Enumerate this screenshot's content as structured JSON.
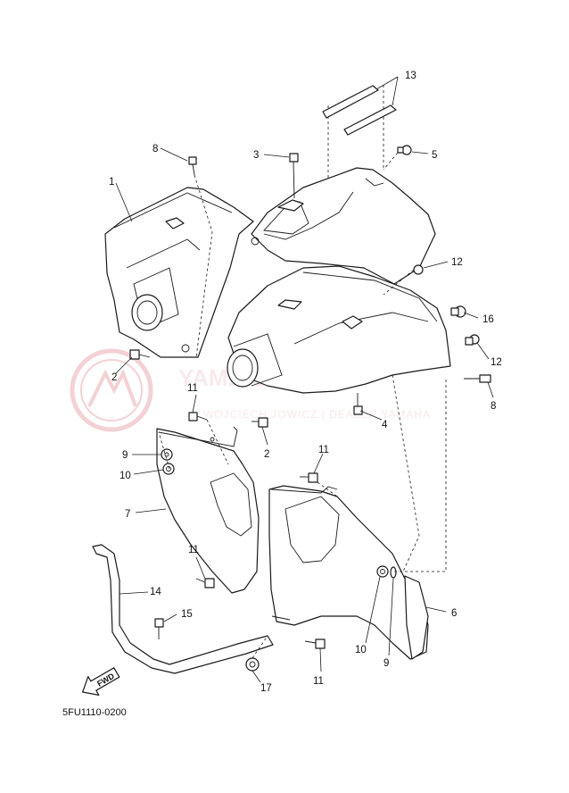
{
  "diagram": {
    "drawing_code": "5FU1110-0200",
    "fwd_label": "FWD",
    "callouts": [
      "1",
      "2",
      "3",
      "4",
      "5",
      "6",
      "7",
      "8",
      "9",
      "10",
      "11",
      "12",
      "13",
      "14",
      "15",
      "16",
      "17",
      "2",
      "8",
      "9",
      "10",
      "11",
      "11",
      "11",
      "12"
    ],
    "watermark": {
      "brand": "YAMA-SKLEP.PL",
      "dealer": "WOJCIECH JOWICZ | DEALER YAMAHA"
    }
  }
}
